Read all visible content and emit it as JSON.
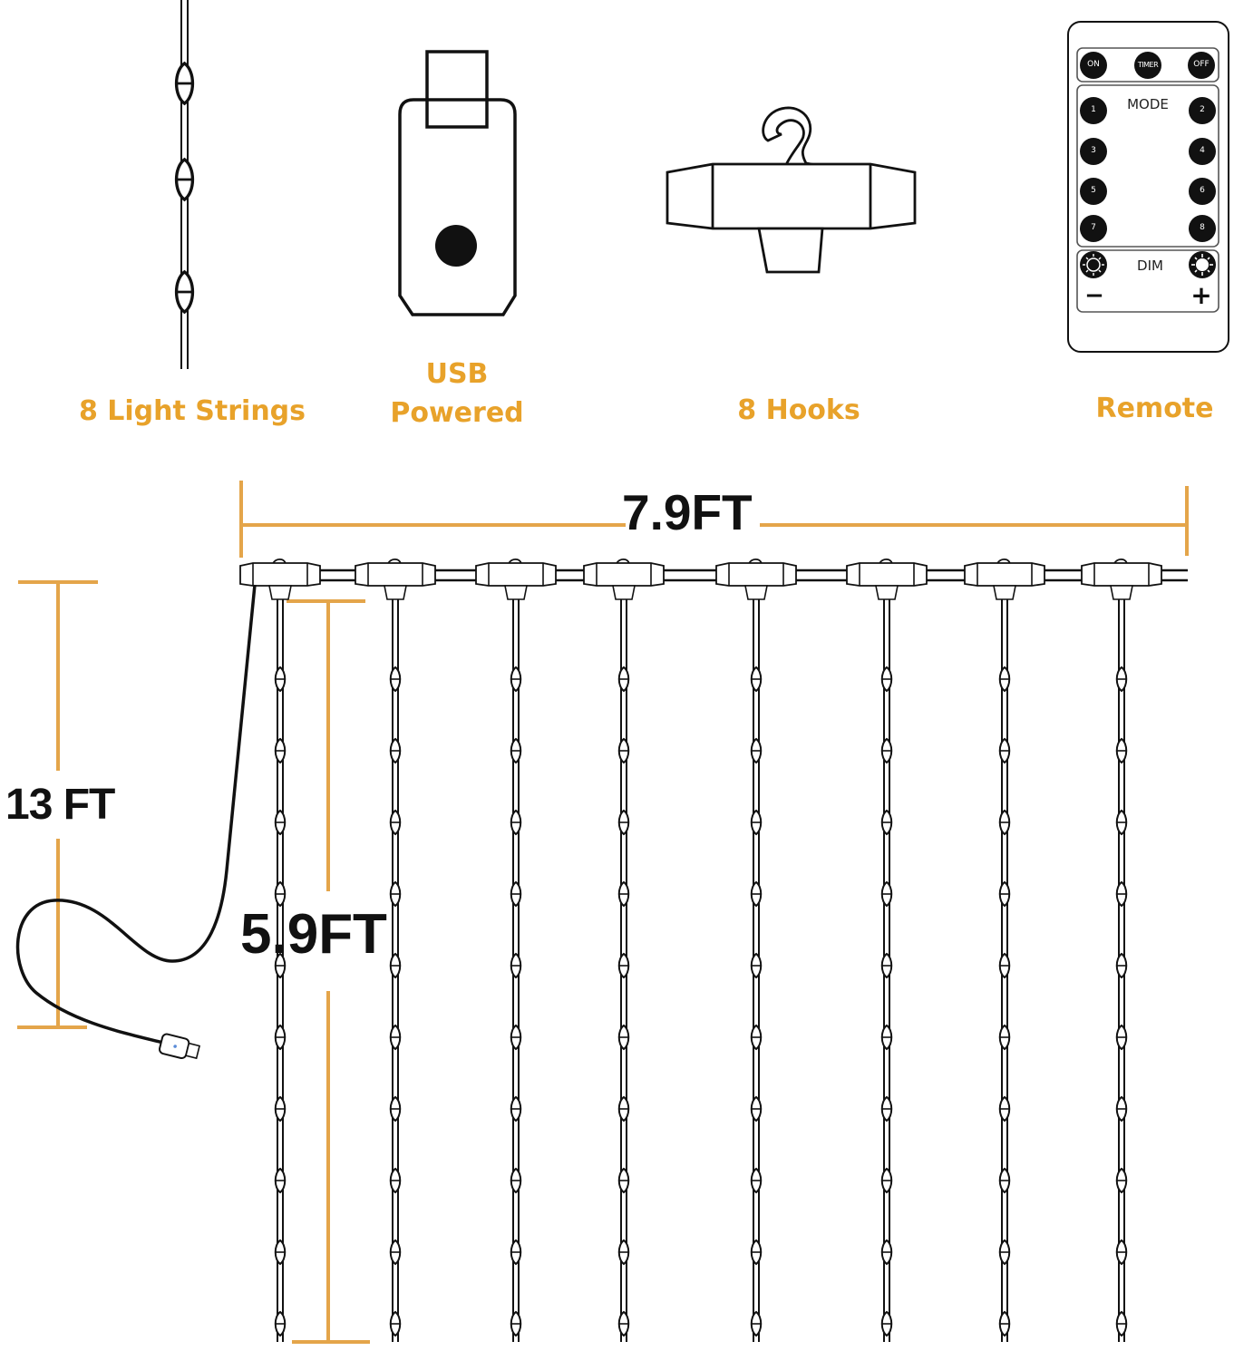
{
  "colors": {
    "accent_orange": "#E8A22A",
    "dimension_line": "#E4A54A",
    "line_black": "#111111",
    "background": "#FFFFFF"
  },
  "features": {
    "light_strings": {
      "label": "8 Light Strings",
      "icon": "light-string-icon"
    },
    "usb": {
      "line1": "USB",
      "line2": "Powered",
      "icon": "usb-plug-icon"
    },
    "hooks": {
      "label": "8 Hooks",
      "icon": "hook-clip-icon"
    },
    "remote": {
      "label": "Remote",
      "icon": "remote-control-icon"
    }
  },
  "remote": {
    "top_buttons": [
      "ON",
      "TIMER",
      "OFF"
    ],
    "mode_label": "MODE",
    "mode_buttons": [
      "1",
      "2",
      "3",
      "4",
      "5",
      "6",
      "7",
      "8"
    ],
    "dim_label": "DIM",
    "dim_minus": "−",
    "dim_plus": "+"
  },
  "dimensions": {
    "width": "7.9FT",
    "drop_length": "5.9FT",
    "lead_cable": "13 FT"
  },
  "curtain": {
    "hook_count": 8,
    "string_count": 8
  }
}
